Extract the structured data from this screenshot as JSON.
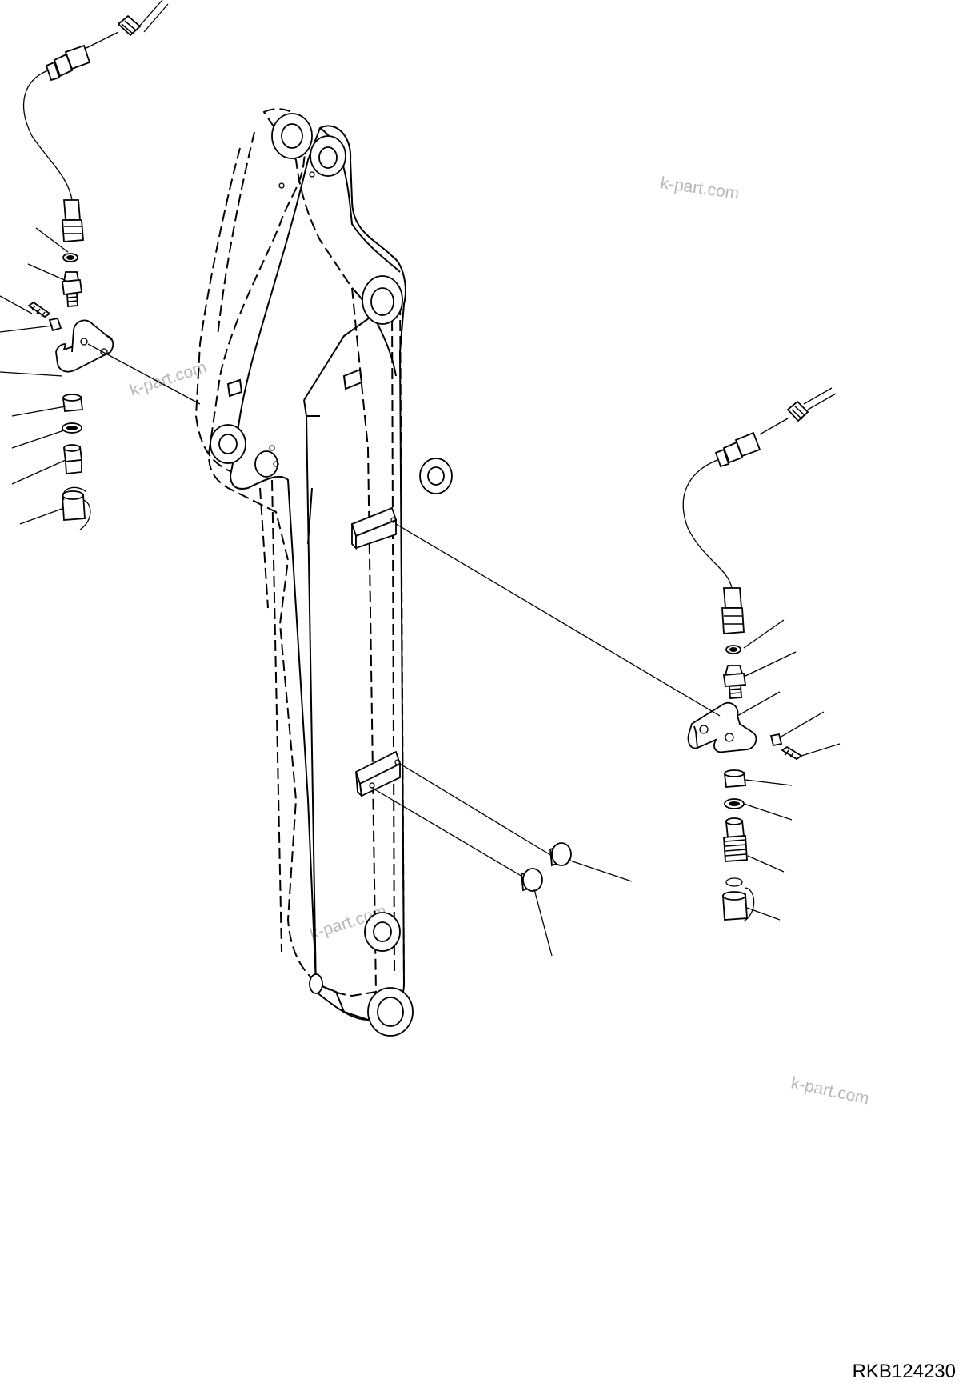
{
  "drawing": {
    "code": "RKB124230",
    "watermarks": [
      "k-part.com",
      "k-part.com",
      "k-part.com",
      "k-part.com"
    ]
  }
}
